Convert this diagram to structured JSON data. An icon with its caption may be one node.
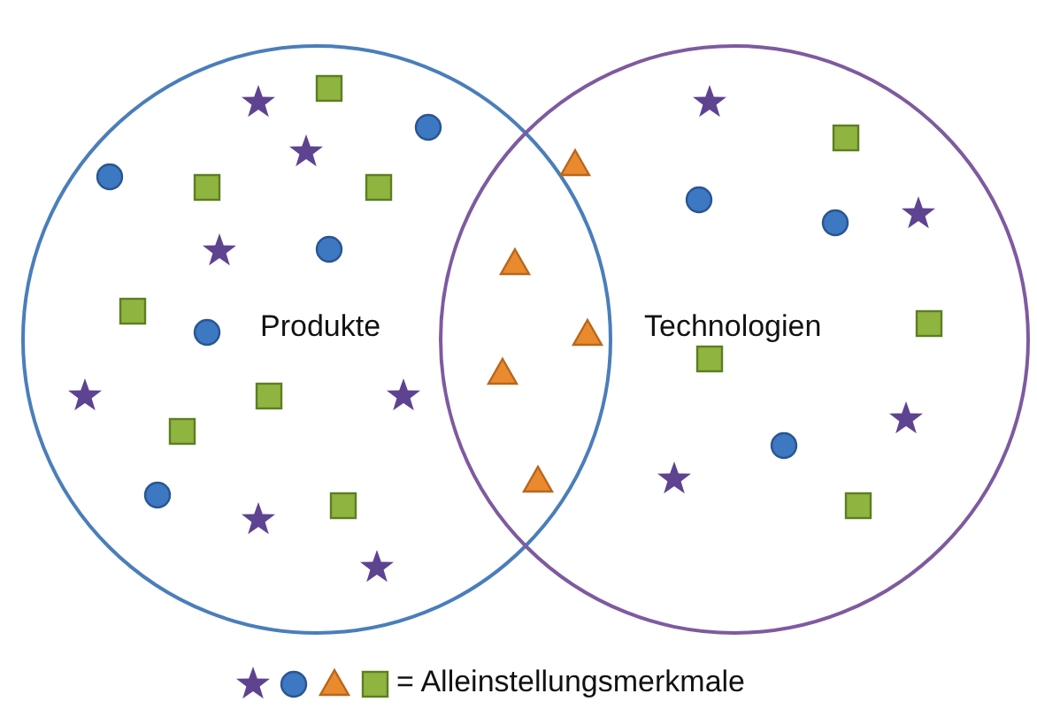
{
  "diagram": {
    "nodes": [
      {
        "text": [
          "Produkte"
        ]
      },
      {
        "text": [
          "Technologien"
        ]
      }
    ],
    "legend": [
      {
        "text": "= Alleinstellungsmerkmale"
      }
    ]
  }
}
